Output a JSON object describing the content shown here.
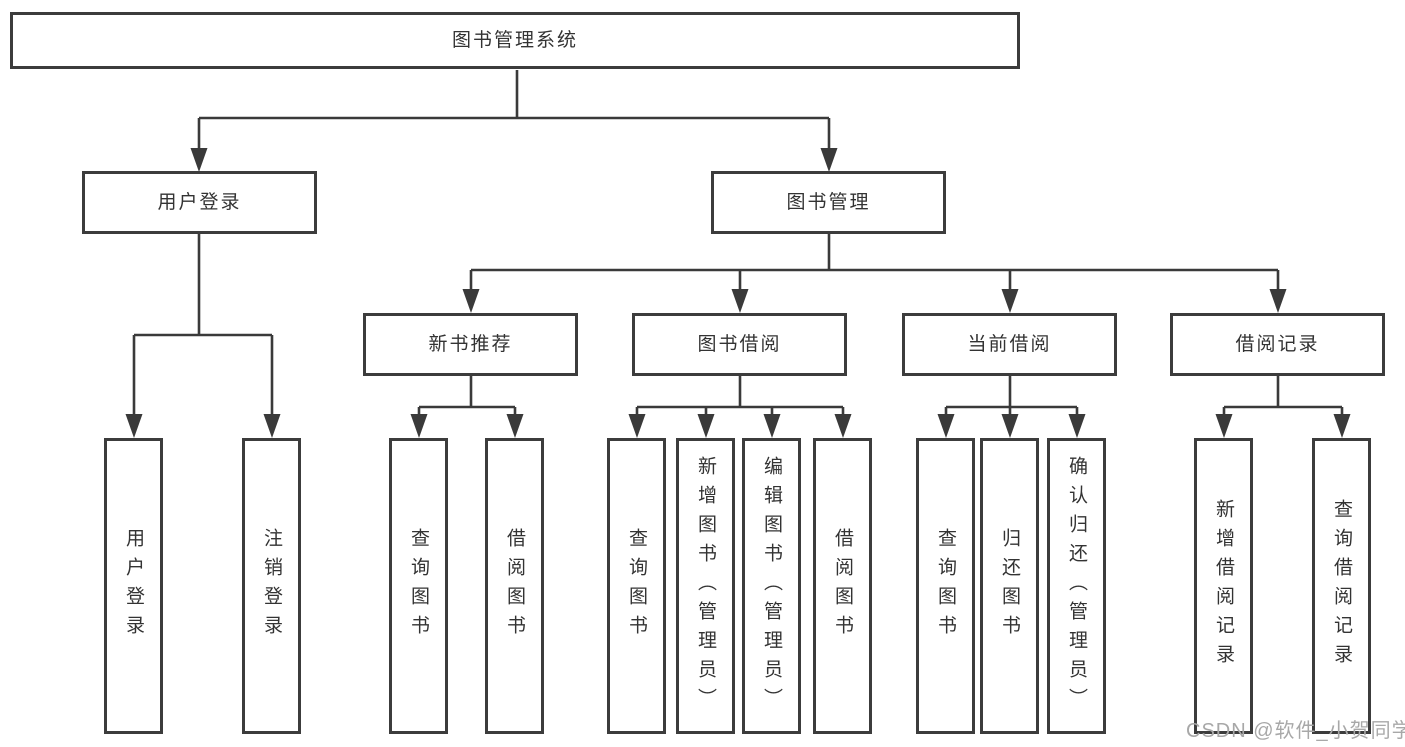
{
  "diagram": {
    "type": "hierarchy-tree",
    "colors": {
      "line": "#3a3a3a",
      "box_border": "#3c3c3c",
      "text": "#333333",
      "watermark": "#a8a8a8",
      "background": "#ffffff"
    }
  },
  "watermark": {
    "text": "CSDN @软件_小贺同学"
  },
  "tree": {
    "root": {
      "label": "图书管理系统",
      "children": [
        {
          "label": "用户登录",
          "children": [
            {
              "label": "用户登录"
            },
            {
              "label": "注销登录"
            }
          ]
        },
        {
          "label": "图书管理",
          "children": [
            {
              "label": "新书推荐",
              "children": [
                {
                  "label": "查询图书"
                },
                {
                  "label": "借阅图书"
                }
              ]
            },
            {
              "label": "图书借阅",
              "children": [
                {
                  "label": "查询图书"
                },
                {
                  "label": "新增图书（管理员）"
                },
                {
                  "label": "编辑图书（管理员）"
                },
                {
                  "label": "借阅图书"
                }
              ]
            },
            {
              "label": "当前借阅",
              "children": [
                {
                  "label": "查询图书"
                },
                {
                  "label": "归还图书"
                },
                {
                  "label": "确认归还（管理员）"
                }
              ]
            },
            {
              "label": "借阅记录",
              "children": [
                {
                  "label": "新增借阅记录"
                },
                {
                  "label": "查询借阅记录"
                }
              ]
            }
          ]
        }
      ]
    }
  }
}
